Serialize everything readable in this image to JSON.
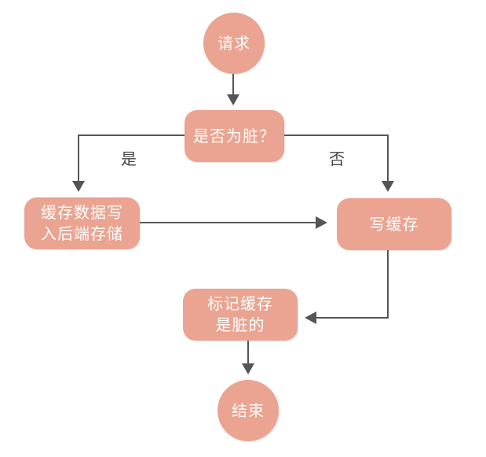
{
  "nodes": {
    "start": "请求",
    "decision": "是否为脏？",
    "write_backend_line1": "缓存数据写",
    "write_backend_line2": "入后端存储",
    "write_cache": "写缓存",
    "mark_dirty_line1": "标记缓存",
    "mark_dirty_line2": "是脏的",
    "end": "结束"
  },
  "edges": {
    "yes_label": "是",
    "no_label": "否"
  },
  "colors": {
    "node_fill": "#eaa491",
    "node_text": "#ffffff",
    "connector": "#555555"
  }
}
